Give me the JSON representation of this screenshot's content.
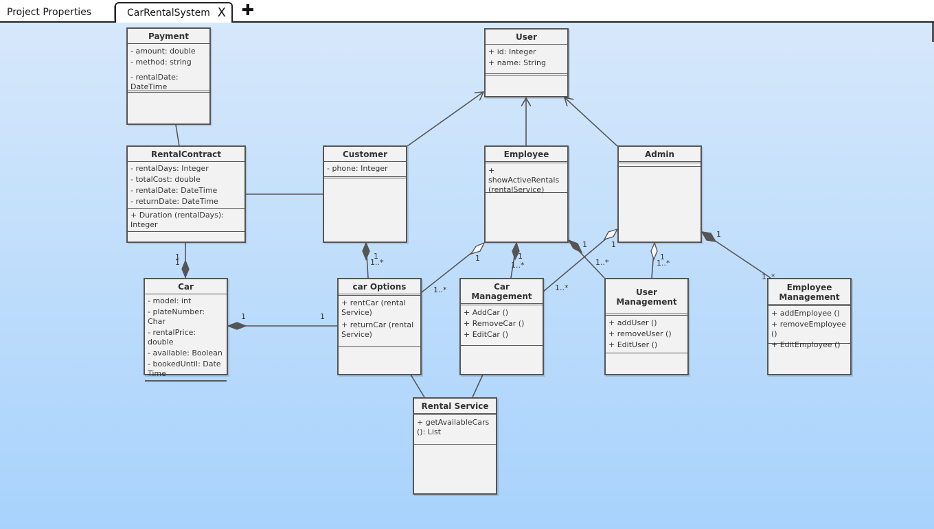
{
  "tabs": {
    "inactive_label": "Project Properties",
    "active_label": "CarRentalSystem",
    "close_glyph": "X",
    "add_glyph": "✚"
  },
  "classes": {
    "payment": {
      "name": "Payment",
      "attrs": [
        "- amount: double",
        "- method: string",
        "- rentalDate: DateTime"
      ]
    },
    "user": {
      "name": "User",
      "attrs": [
        "+ id: Integer",
        "+ name: String"
      ]
    },
    "rental_contract": {
      "name": "RentalContract",
      "attrs": [
        "- rentalDays: Integer",
        "- totalCost: double",
        "- rentalDate: DateTime",
        "- returnDate: DateTime"
      ],
      "ops": [
        "+ Duration (rentalDays): Integer"
      ]
    },
    "customer": {
      "name": "Customer",
      "attrs": [
        "- phone: Integer"
      ]
    },
    "employee": {
      "name": "Employee",
      "ops": [
        "+ showActiveRentals (rentalService)"
      ]
    },
    "admin": {
      "name": "Admin"
    },
    "car": {
      "name": "Car",
      "attrs": [
        "- model: int",
        "- plateNumber: Char",
        "- rentalPrice: double",
        "- available: Boolean",
        "- bookedUntil: Date Time"
      ]
    },
    "car_options": {
      "name": "car Options",
      "ops": [
        "+ rentCar (rental Service)",
        "+ returnCar (rental Service)"
      ]
    },
    "car_management": {
      "name": "Car Management",
      "ops": [
        "+ AddCar ()",
        "+ RemoveCar ()",
        "+ EditCar ()"
      ]
    },
    "user_management": {
      "name": "User Management",
      "ops": [
        "+ addUser ()",
        "+ removeUser ()",
        "+ EditUser ()"
      ]
    },
    "employee_management": {
      "name": "Employee Management",
      "ops": [
        "+ addEmployee ()",
        "+ removeEmployee ()",
        "+ EditEmployee ()"
      ]
    },
    "rental_service": {
      "name": "Rental Service",
      "ops": [
        "+ getAvailableCars (): List"
      ]
    }
  },
  "multiplicities": {
    "rc_car_top": "1",
    "rc_car_bottom": "1",
    "cust_opts_1": "1",
    "cust_opts_n": "1..*",
    "car_opts_left": "1",
    "car_opts_right": "1",
    "emp_opts_1": "1",
    "emp_opts_n": "1..*",
    "emp_cm_1": "1",
    "emp_cm_n": "1..*",
    "emp_um_1": "1",
    "emp_um_n": "1..*",
    "admin_cm_1": "1",
    "admin_cm_n": "1..*",
    "admin_um_1": "1",
    "admin_um_n": "1..*",
    "admin_em_1": "1",
    "admin_em_n": "1..*"
  },
  "colors": {
    "line": "#555555",
    "box_fill": "#f2f2f2",
    "canvas_top": "#d6e8fb",
    "canvas_bottom": "#a8d2fc"
  }
}
